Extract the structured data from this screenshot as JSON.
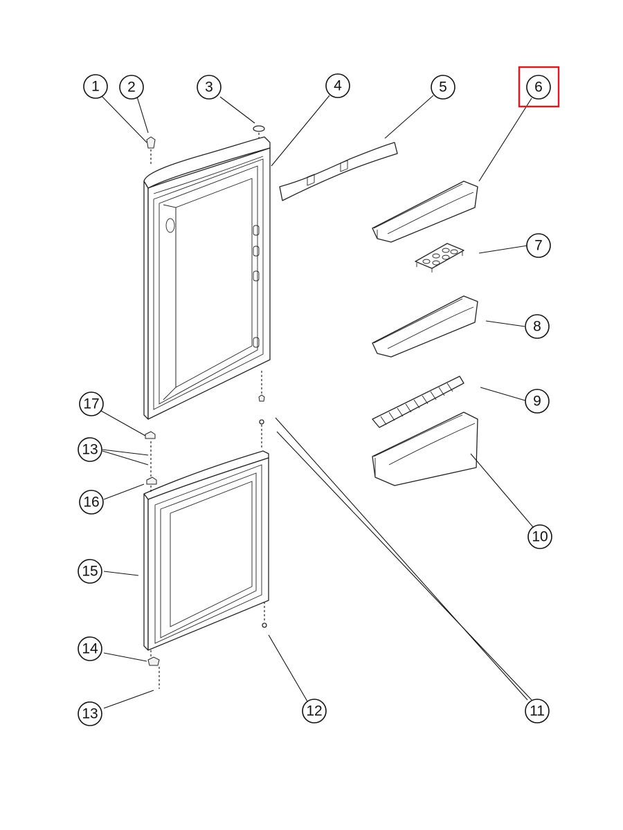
{
  "colors": {
    "highlight": "#d11f27",
    "line": "#111111"
  },
  "callouts": [
    {
      "id": "c1",
      "label": "1"
    },
    {
      "id": "c2",
      "label": "2"
    },
    {
      "id": "c3",
      "label": "3"
    },
    {
      "id": "c4",
      "label": "4"
    },
    {
      "id": "c5",
      "label": "5"
    },
    {
      "id": "c6",
      "label": "6",
      "highlighted": true
    },
    {
      "id": "c7",
      "label": "7"
    },
    {
      "id": "c8",
      "label": "8"
    },
    {
      "id": "c9",
      "label": "9"
    },
    {
      "id": "c10",
      "label": "10"
    },
    {
      "id": "c11",
      "label": "11"
    },
    {
      "id": "c12",
      "label": "12"
    },
    {
      "id": "c13a",
      "label": "13"
    },
    {
      "id": "c13b",
      "label": "13"
    },
    {
      "id": "c14",
      "label": "14"
    },
    {
      "id": "c15",
      "label": "15"
    },
    {
      "id": "c16",
      "label": "16"
    },
    {
      "id": "c17",
      "label": "17"
    }
  ]
}
